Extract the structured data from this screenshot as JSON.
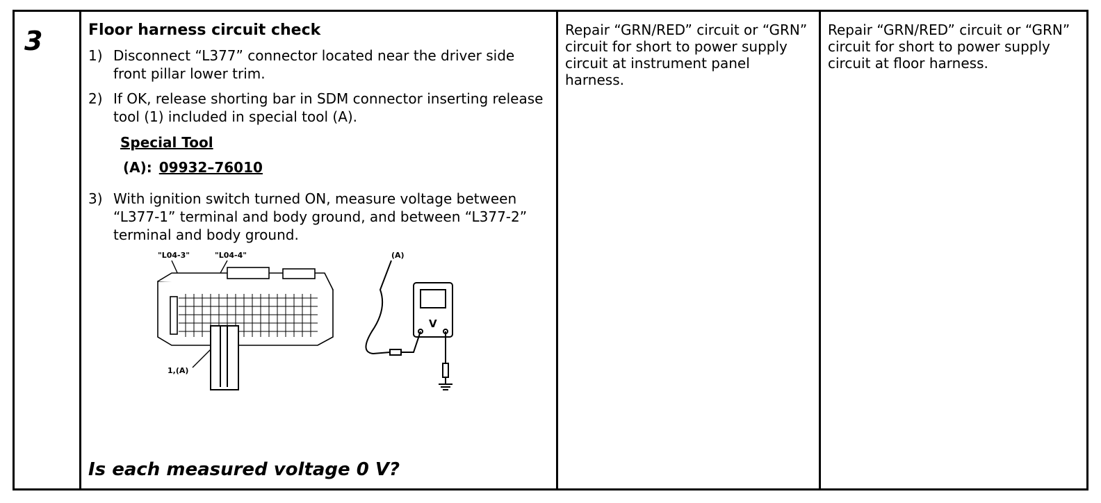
{
  "step": {
    "number": "3",
    "title": "Floor harness circuit check",
    "instructions": [
      {
        "num": "1)",
        "text": "Disconnect “L377” connector located near the driver side front pillar lower trim."
      },
      {
        "num": "2)",
        "text": "If OK, release shorting bar in SDM connector inserting release tool (1) included in special tool (A)."
      },
      {
        "num": "3)",
        "text": "With ignition switch turned ON, measure voltage between “L377-1” terminal and body ground, and between “L377-2” terminal and body ground."
      }
    ],
    "special_tool": {
      "heading": "Special Tool",
      "label": "(A):",
      "code": "09932–76010"
    },
    "figure_labels": {
      "terminal_a": "\"L04-3\"",
      "terminal_b": "\"L04-4\"",
      "tool": "1,(A)",
      "probe": "(A)",
      "meter": "V"
    },
    "question": "Is each measured voltage 0 V?"
  },
  "results": {
    "yes": "Repair “GRN/RED” circuit or “GRN” circuit for short to power supply circuit at instrument panel harness.",
    "no": "Repair “GRN/RED” circuit or “GRN” circuit for short to power supply circuit at floor harness."
  }
}
